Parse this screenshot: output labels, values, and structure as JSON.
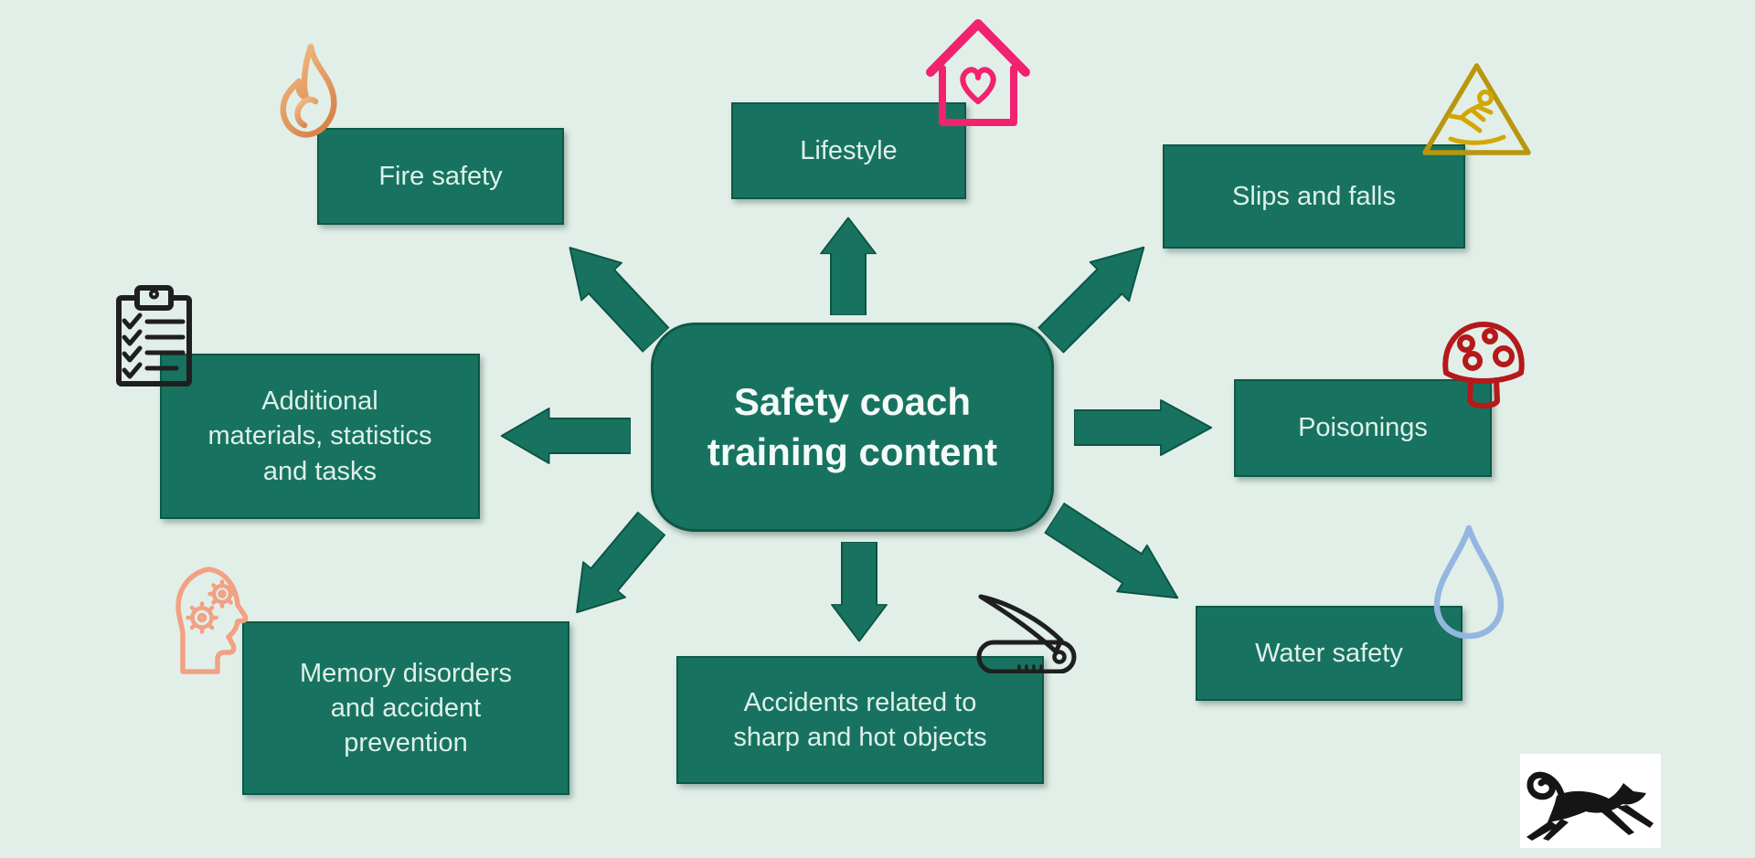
{
  "slide": {
    "background_color": "#e2efe9",
    "node_fill_color": "#17735f",
    "node_border_color": "#0c5846",
    "node_text_color": "#dff0ea",
    "arrow_color": "#17735f"
  },
  "center": {
    "label": "Safety coach\ntraining content"
  },
  "nodes": [
    {
      "label": "Fire safety",
      "icon": "flame-icon",
      "icon_color": "#e09055"
    },
    {
      "label": "Lifestyle",
      "icon": "house-heart-icon",
      "icon_color": "#f1226e"
    },
    {
      "label": "Slips and falls",
      "icon": "slip-warning-triangle-icon",
      "icon_color": "#b8970f"
    },
    {
      "label": "Poisonings",
      "icon": "mushroom-icon",
      "icon_color": "#b5191a"
    },
    {
      "label": "Water safety",
      "icon": "water-drop-icon",
      "icon_color": "#94b6e0"
    },
    {
      "label": "Accidents related to\nsharp and hot objects",
      "icon": "pocket-knife-icon",
      "icon_color": "#1f1f1f"
    },
    {
      "label": "Memory disorders\nand accident\nprevention",
      "icon": "head-gears-icon",
      "icon_color": "#f2a184"
    },
    {
      "label": "Additional\nmaterials, statistics\nand tasks",
      "icon": "clipboard-checklist-icon",
      "icon_color": "#1f1f1f"
    }
  ],
  "logo": {
    "icon": "leaping-cat-icon",
    "color": "#151515",
    "background": "#ffffff"
  }
}
